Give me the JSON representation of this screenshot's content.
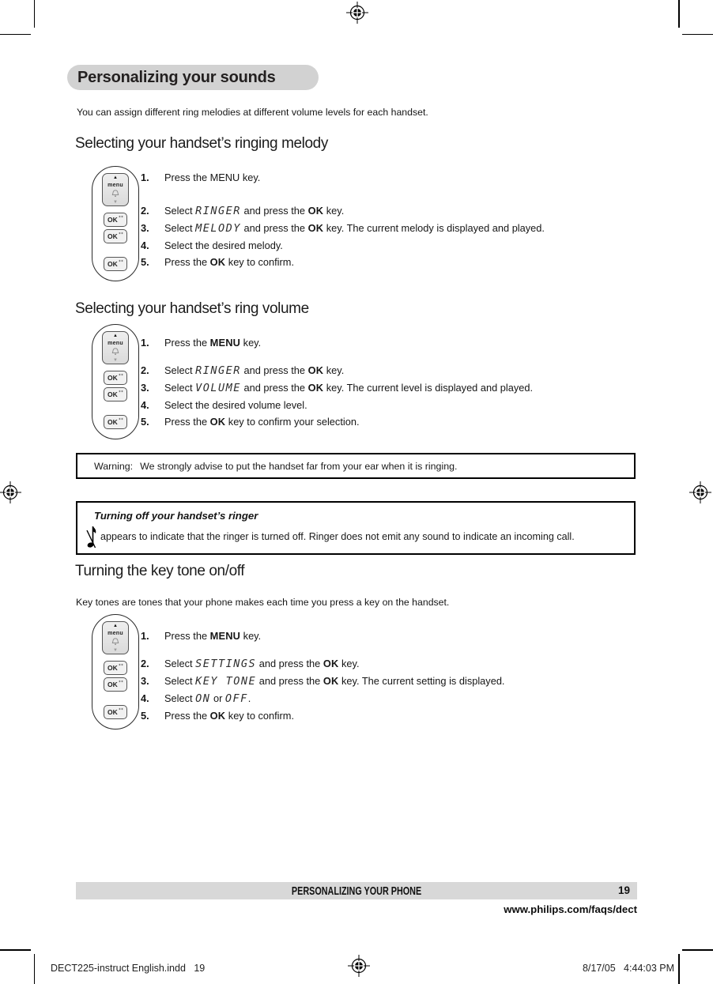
{
  "title": "Personalizing your sounds",
  "intro": "You can assign different ring melodies at different volume levels for each handset.",
  "handset_keys": {
    "menu_label": "menu",
    "ok_label": "OK",
    "ok_sup": "⁺⁺"
  },
  "sections": [
    {
      "heading": "Selecting your handset’s ringing melody",
      "steps": [
        {
          "num": "1.",
          "segments": [
            {
              "text": "Press the MENU key.",
              "style": "plain"
            }
          ]
        },
        {
          "num": "2.",
          "segments": [
            {
              "text": "Select ",
              "style": "plain"
            },
            {
              "text": "RINGER",
              "style": "lcd"
            },
            {
              "text": " and press the ",
              "style": "plain"
            },
            {
              "text": "OK",
              "style": "bold"
            },
            {
              "text": " key.",
              "style": "plain"
            }
          ]
        },
        {
          "num": "3.",
          "segments": [
            {
              "text": "Select ",
              "style": "plain"
            },
            {
              "text": "MELODY",
              "style": "lcd"
            },
            {
              "text": " and press the ",
              "style": "plain"
            },
            {
              "text": "OK",
              "style": "bold"
            },
            {
              "text": " key. The current melody is displayed and played.",
              "style": "plain"
            }
          ]
        },
        {
          "num": "4.",
          "segments": [
            {
              "text": "Select the desired melody.",
              "style": "plain"
            }
          ]
        },
        {
          "num": "5.",
          "segments": [
            {
              "text": "Press the ",
              "style": "plain"
            },
            {
              "text": "OK",
              "style": "bold"
            },
            {
              "text": " key to confirm.",
              "style": "plain"
            }
          ]
        }
      ]
    },
    {
      "heading": "Selecting your handset’s ring volume",
      "steps": [
        {
          "num": "1.",
          "segments": [
            {
              "text": "Press the ",
              "style": "plain"
            },
            {
              "text": "MENU",
              "style": "bold"
            },
            {
              "text": " key.",
              "style": "plain"
            }
          ]
        },
        {
          "num": "2.",
          "segments": [
            {
              "text": "Select ",
              "style": "plain"
            },
            {
              "text": "RINGER",
              "style": "lcd"
            },
            {
              "text": " and press the ",
              "style": "plain"
            },
            {
              "text": "OK",
              "style": "bold"
            },
            {
              "text": " key.",
              "style": "plain"
            }
          ]
        },
        {
          "num": "3.",
          "segments": [
            {
              "text": "Select ",
              "style": "plain"
            },
            {
              "text": "VOLUME",
              "style": "lcd"
            },
            {
              "text": " and press the ",
              "style": "plain"
            },
            {
              "text": "OK",
              "style": "bold"
            },
            {
              "text": " key. The current level is displayed and played.",
              "style": "plain"
            }
          ]
        },
        {
          "num": "4.",
          "segments": [
            {
              "text": "Select the desired volume level.",
              "style": "plain"
            }
          ]
        },
        {
          "num": "5.",
          "segments": [
            {
              "text": "Press the ",
              "style": "plain"
            },
            {
              "text": "OK",
              "style": "bold"
            },
            {
              "text": " key to confirm your selection.",
              "style": "plain"
            }
          ]
        }
      ]
    },
    {
      "heading": "Turning the key tone on/off",
      "intro": "Key tones are tones that your phone makes each time you press a key on the handset.",
      "steps": [
        {
          "num": "1.",
          "segments": [
            {
              "text": "Press the ",
              "style": "plain"
            },
            {
              "text": "MENU",
              "style": "bold"
            },
            {
              "text": " key.",
              "style": "plain"
            }
          ]
        },
        {
          "num": "2.",
          "segments": [
            {
              "text": "Select ",
              "style": "plain"
            },
            {
              "text": "SETTINGS",
              "style": "lcd"
            },
            {
              "text": " and press the ",
              "style": "plain"
            },
            {
              "text": "OK",
              "style": "bold"
            },
            {
              "text": " key.",
              "style": "plain"
            }
          ]
        },
        {
          "num": "3.",
          "segments": [
            {
              "text": "Select ",
              "style": "plain"
            },
            {
              "text": "KEY TONE",
              "style": "lcd"
            },
            {
              "text": " and press the ",
              "style": "plain"
            },
            {
              "text": "OK",
              "style": "bold"
            },
            {
              "text": " key. The current setting is displayed.",
              "style": "plain"
            }
          ]
        },
        {
          "num": "4.",
          "segments": [
            {
              "text": "Select ",
              "style": "plain"
            },
            {
              "text": "ON",
              "style": "lcd"
            },
            {
              "text": " or ",
              "style": "plain"
            },
            {
              "text": "OFF",
              "style": "lcd"
            },
            {
              "text": ".",
              "style": "plain"
            }
          ]
        },
        {
          "num": "5.",
          "segments": [
            {
              "text": "Press the ",
              "style": "plain"
            },
            {
              "text": "OK",
              "style": "bold"
            },
            {
              "text": " key to confirm.",
              "style": "plain"
            }
          ]
        }
      ]
    }
  ],
  "warning_box": {
    "label": "Warning:",
    "text": "We strongly advise to put the handset far from your ear when it is ringing."
  },
  "ringer_note_box": {
    "heading": "Turning off your handset’s ringer",
    "text": "appears to indicate that the ringer is turned off.  Ringer does not emit any sound to indicate an incoming call."
  },
  "footer": {
    "section_label": "PERSONALIZING YOUR PHONE",
    "page_number": "19",
    "website": "www.philips.com/faqs/dect"
  },
  "print_marks": {
    "file_info": "DECT225-instruct English.indd   19",
    "timestamp": "8/17/05   4:44:03 PM"
  },
  "colors": {
    "pill_gray": "#d2d2d2",
    "footer_bar_gray": "#d8d8d8",
    "ink": "#1a1a1a"
  }
}
